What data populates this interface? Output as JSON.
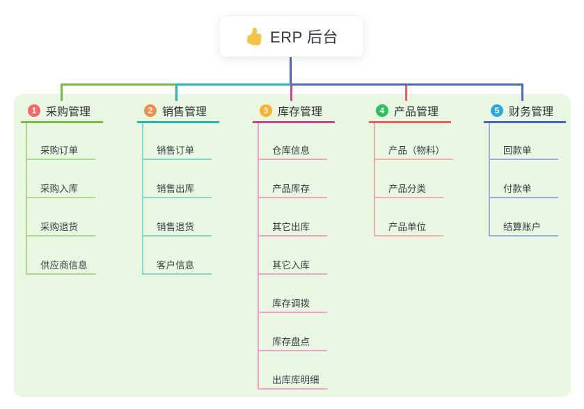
{
  "root": {
    "title": "ERP 后台",
    "icon": "thumbs-up"
  },
  "canvas": {
    "background": "#ffffff",
    "panel_background": "#E9F6E1",
    "root_stem_color": "#4A62C4"
  },
  "branches": [
    {
      "badge": "1",
      "title": "采购管理",
      "badge_color": "#F4696B",
      "line_color": "#79BA3E",
      "child_line_color": "#ABD98B",
      "children": [
        "采购订单",
        "采购入库",
        "采购退货",
        "供应商信息"
      ]
    },
    {
      "badge": "2",
      "title": "销售管理",
      "badge_color": "#F08E4E",
      "line_color": "#1FB9B1",
      "child_line_color": "#85D9D3",
      "children": [
        "销售订单",
        "销售出库",
        "销售退货",
        "客户信息"
      ]
    },
    {
      "badge": "3",
      "title": "库存管理",
      "badge_color": "#FFB02E",
      "line_color": "#DC3F92",
      "child_line_color": "#F2A0C6",
      "children": [
        "仓库信息",
        "产品库存",
        "其它出库",
        "其它入库",
        "库存调拨",
        "库存盘点",
        "出库库明细"
      ]
    },
    {
      "badge": "4",
      "title": "产品管理",
      "badge_color": "#2FBE61",
      "line_color": "#F25E5E",
      "child_line_color": "#F8A9A9",
      "children": [
        "产品（物料）",
        "产品分类",
        "产品单位"
      ]
    },
    {
      "badge": "5",
      "title": "财务管理",
      "badge_color": "#2FA7E3",
      "line_color": "#4866C7",
      "child_line_color": "#9AADE3",
      "children": [
        "回款单",
        "付款单",
        "结算账户"
      ]
    }
  ]
}
